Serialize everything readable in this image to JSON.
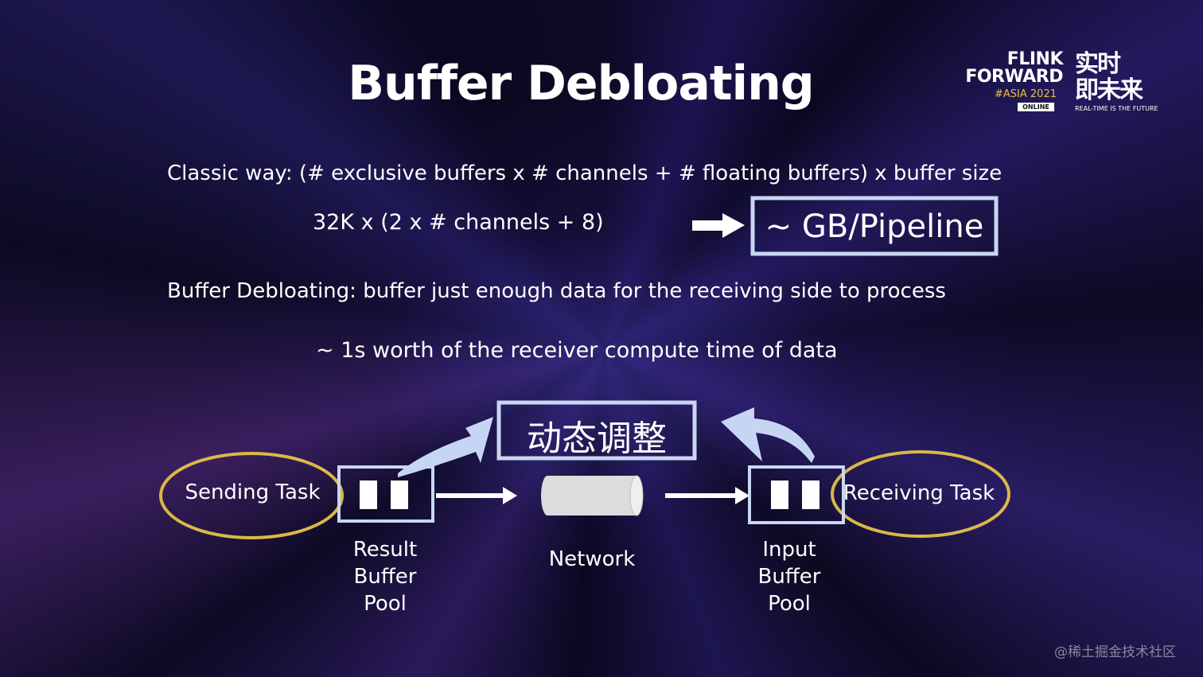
{
  "slide": {
    "title": "Buffer Debloating",
    "classic_line": "Classic way: (# exclusive buffers x # channels + # floating buffers) x buffer size",
    "formula_line": "32K x (2 x # channels + 8)",
    "result_box": "~ GB/Pipeline",
    "debloat_line": "Buffer Debloating: buffer just enough data for the receiving side to process",
    "worth_line": "~ 1s worth of the receiver compute time of data"
  },
  "diagram": {
    "sending_task": "Sending Task",
    "receiving_task": "Receiving Task",
    "result_pool": [
      "Result",
      "Buffer",
      "Pool"
    ],
    "network": "Network",
    "input_pool": [
      "Input",
      "Buffer",
      "Pool"
    ],
    "adjust_box": "动态调整"
  },
  "logo": {
    "line1": "FLINK",
    "line2": "FORWARD",
    "edition": "#ASIA 2021",
    "badge": "ONLINE",
    "cn_line1": "实时",
    "cn_line2": "即未来",
    "tagline": "REAL-TIME IS THE FUTURE"
  },
  "watermark": "@稀土掘金技术社区",
  "colors": {
    "ellipse": "#d9b84a",
    "box_border": "#c9d6f2",
    "arrow_curve": "#c7d5f5",
    "text": "#ffffff"
  }
}
